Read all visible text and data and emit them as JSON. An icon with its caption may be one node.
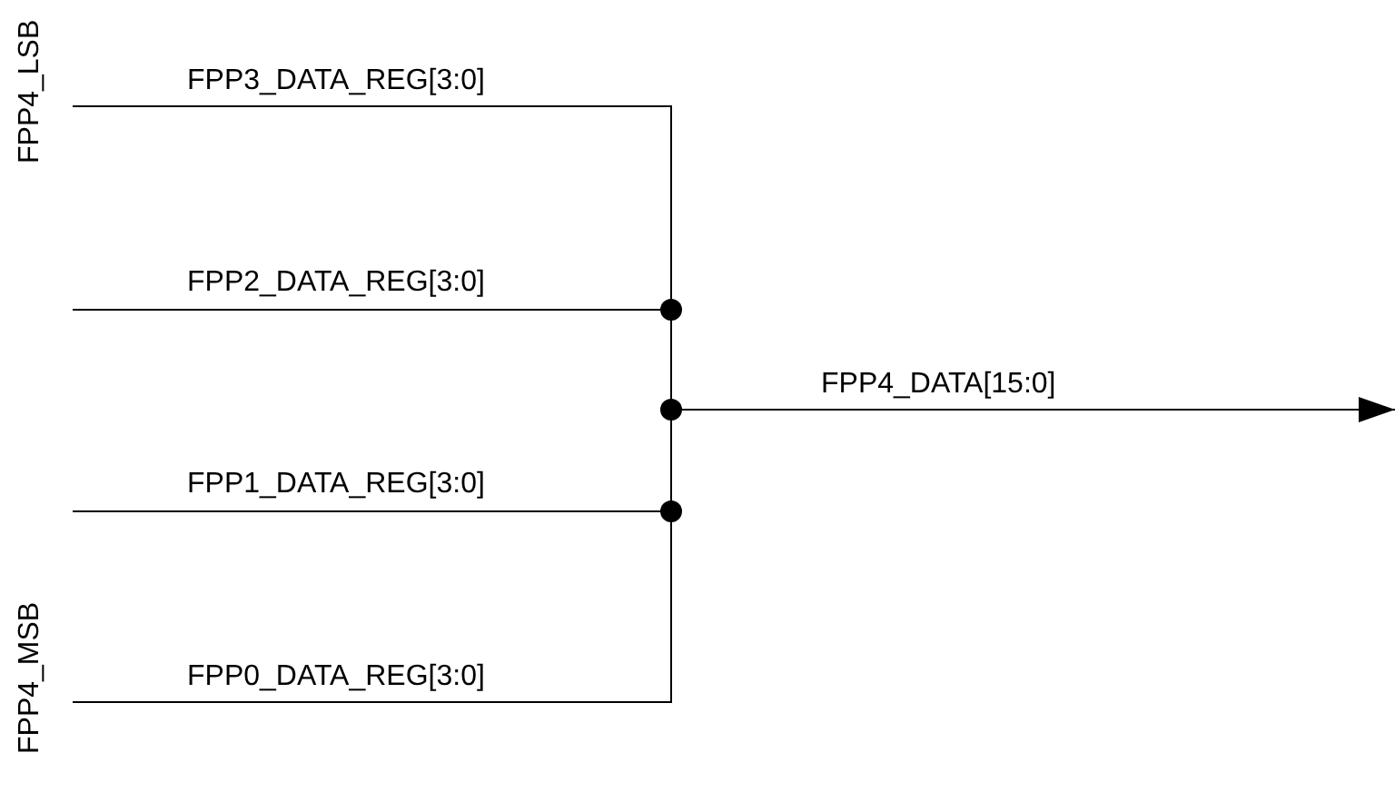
{
  "diagram": {
    "labels": [
      "FPP4_LSB",
      "FPP3_DATA_REG[3:0]",
      "FPP2_DATA_REG[3:0]",
      "FPP4_DATA[15:0]",
      "FPP1_DATA_REG[3:0]",
      "FPP4_MSB",
      "FPP0_DATA_REG[3:0]"
    ]
  }
}
